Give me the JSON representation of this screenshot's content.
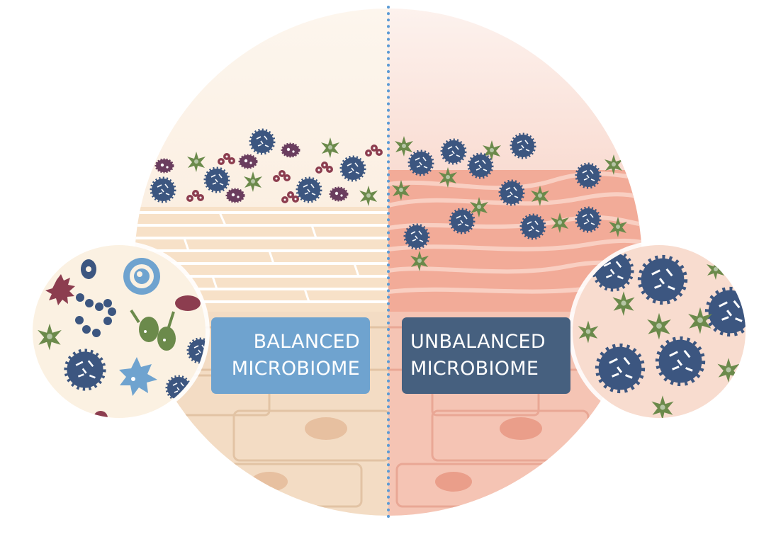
{
  "labels": {
    "balanced": {
      "line1": "BALANCED",
      "line2": "MICROBIOME"
    },
    "unbalanced": {
      "line1": "UNBALANCED",
      "line2": "MICROBIOME"
    }
  },
  "colors": {
    "balanced_box": "#6fa3cf",
    "unbalanced_box": "#46607f",
    "divider": "#5b9bd5",
    "healthy_skin": "#f6e3cc",
    "inflamed_skin": "#f4bfb0",
    "round_microbe": "#3c5680",
    "star_microbe": "#6b8a4b",
    "rod_microbe": "#8c3d4f"
  },
  "icons": [
    "round-spiky-bacteria-icon",
    "star-microbe-icon",
    "rod-bacteria-icon",
    "chain-bacteria-icon",
    "spore-icon"
  ]
}
